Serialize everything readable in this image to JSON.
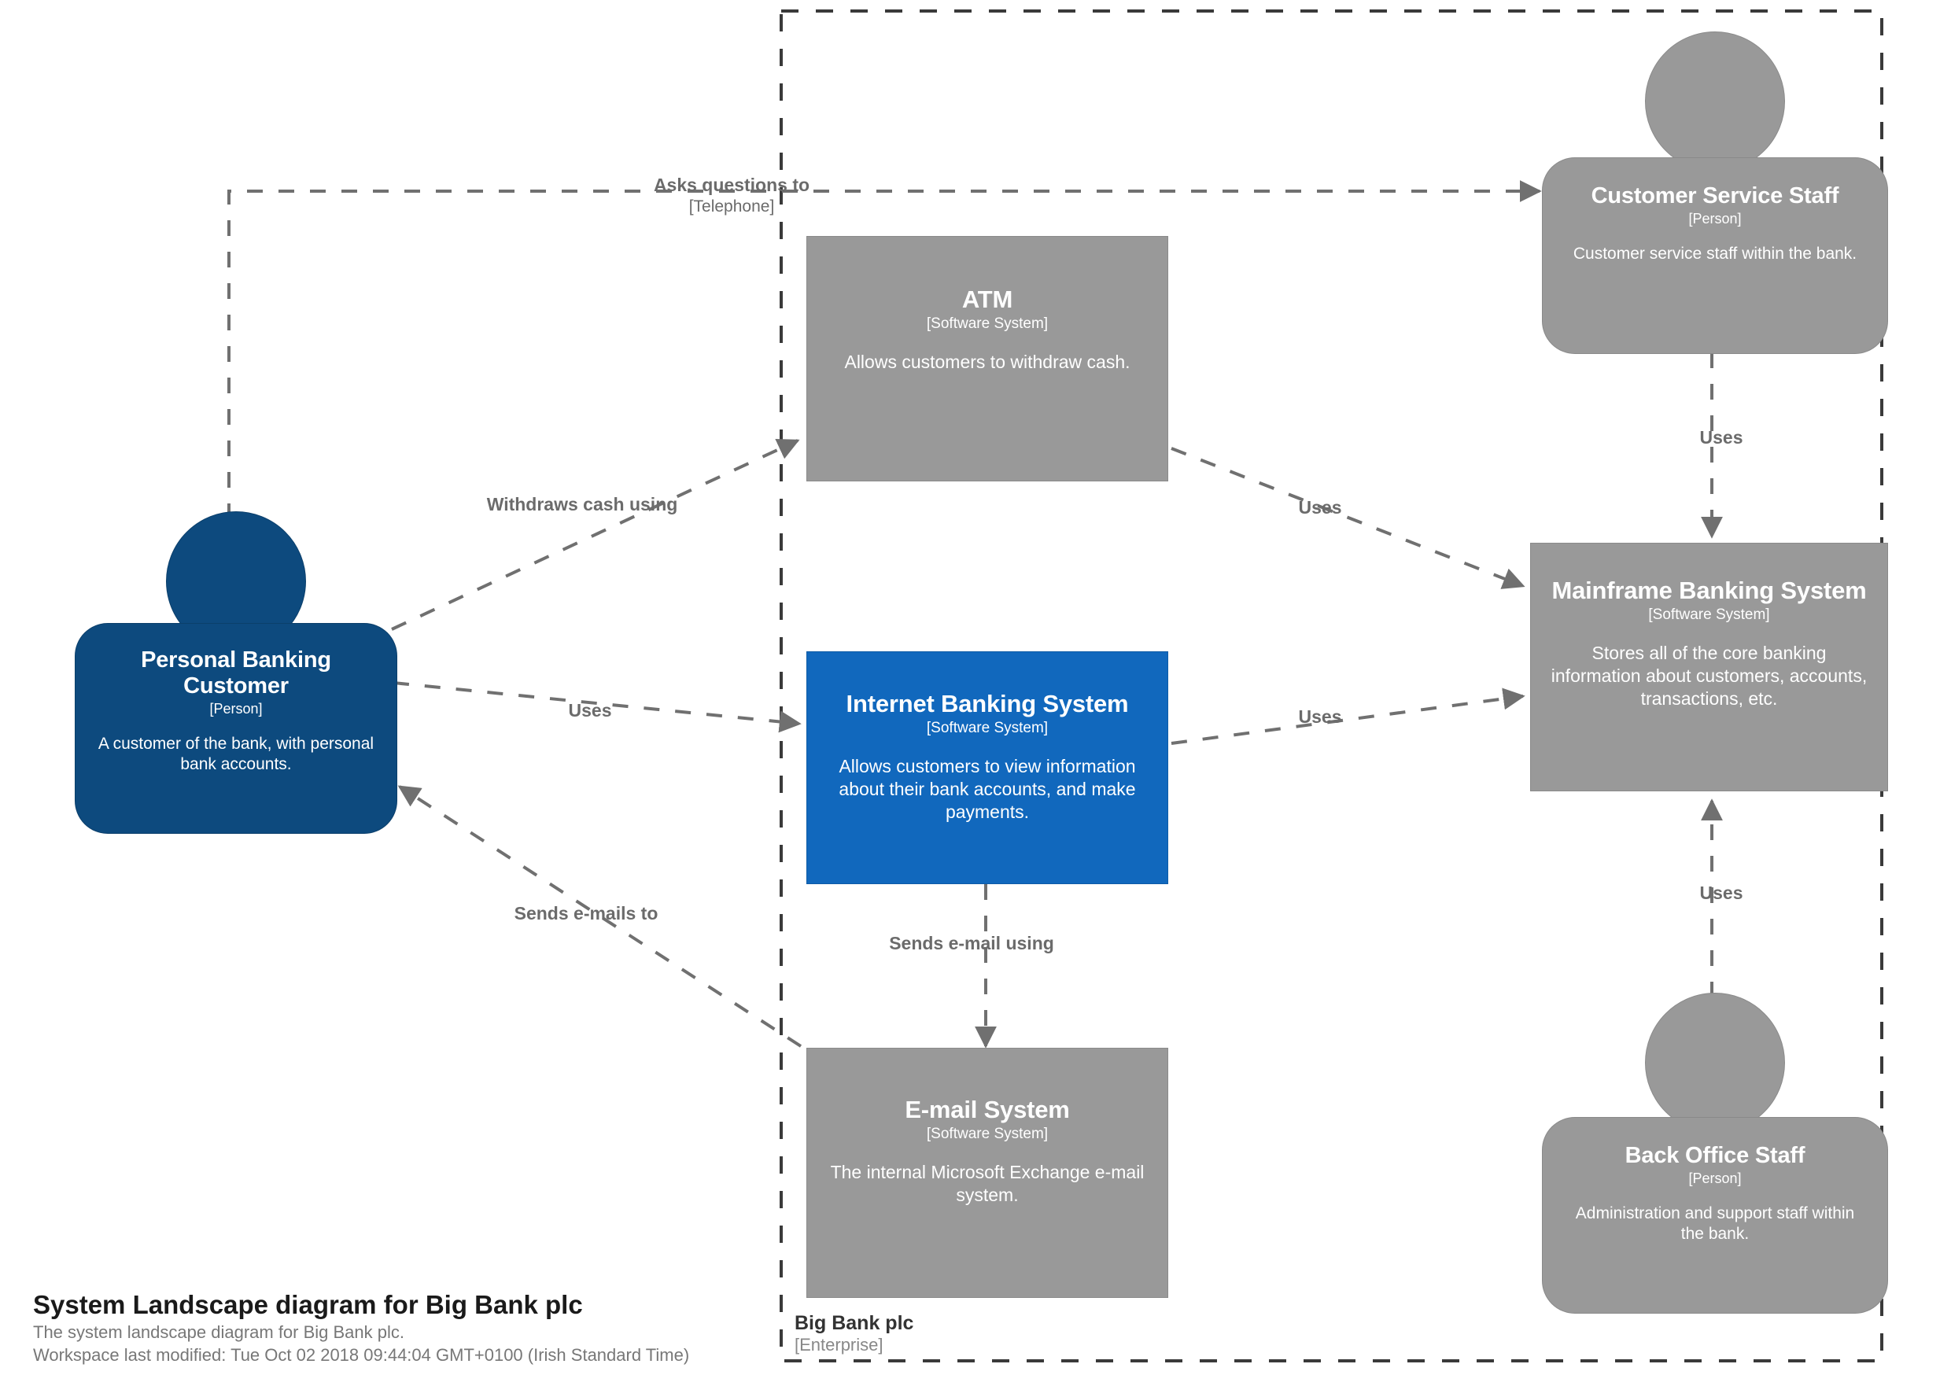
{
  "diagram": {
    "title": "System Landscape diagram for Big Bank plc",
    "subtitle": "The system landscape diagram for Big Bank plc.",
    "last_modified": "Workspace last modified: Tue Oct 02 2018 09:44:04 GMT+0100 (Irish Standard Time)"
  },
  "boundary": {
    "name": "Big Bank plc",
    "type": "[Enterprise]",
    "style": "dashed"
  },
  "colors": {
    "person_external": "#0D4A7E",
    "person_internal": "#999999",
    "system_internal": "#999999",
    "system_focus": "#1168BD",
    "edge": "#707070",
    "edge_label_text": "#6B6B6B",
    "background": "#FFFFFF"
  },
  "nodes": [
    {
      "id": "personal-banking-customer",
      "name": "Personal Banking Customer",
      "type": "[Person]",
      "description": "A customer of the bank, with personal bank accounts.",
      "shape": "person",
      "color": "blue"
    },
    {
      "id": "atm",
      "name": "ATM",
      "type": "[Software System]",
      "description": "Allows customers to withdraw cash.",
      "shape": "box",
      "color": "gray"
    },
    {
      "id": "internet-banking-system",
      "name": "Internet Banking System",
      "type": "[Software System]",
      "description": "Allows customers to view information about their bank accounts, and make payments.",
      "shape": "box",
      "color": "blue"
    },
    {
      "id": "email-system",
      "name": "E-mail System",
      "type": "[Software System]",
      "description": "The internal Microsoft Exchange e-mail system.",
      "shape": "box",
      "color": "gray"
    },
    {
      "id": "customer-service-staff",
      "name": "Customer Service Staff",
      "type": "[Person]",
      "description": "Customer service staff within the bank.",
      "shape": "person",
      "color": "gray"
    },
    {
      "id": "mainframe-banking-system",
      "name": "Mainframe Banking System",
      "type": "[Software System]",
      "description": "Stores all of the core banking information about customers, accounts, transactions, etc.",
      "shape": "box",
      "color": "gray"
    },
    {
      "id": "back-office-staff",
      "name": "Back Office Staff",
      "type": "[Person]",
      "description": "Administration and support staff within the bank.",
      "shape": "person",
      "color": "gray"
    }
  ],
  "edges": [
    {
      "id": "asks-questions-to",
      "from": "personal-banking-customer",
      "to": "customer-service-staff",
      "label": "Asks questions to",
      "technology": "[Telephone]"
    },
    {
      "id": "withdraws-cash-using",
      "from": "personal-banking-customer",
      "to": "atm",
      "label": "Withdraws cash using",
      "technology": ""
    },
    {
      "id": "customer-uses-internet-banking",
      "from": "personal-banking-customer",
      "to": "internet-banking-system",
      "label": "Uses",
      "technology": ""
    },
    {
      "id": "sends-emails-to",
      "from": "email-system",
      "to": "personal-banking-customer",
      "label": "Sends e-mails to",
      "technology": ""
    },
    {
      "id": "sends-email-using",
      "from": "internet-banking-system",
      "to": "email-system",
      "label": "Sends e-mail using",
      "technology": ""
    },
    {
      "id": "atm-uses-mainframe",
      "from": "atm",
      "to": "mainframe-banking-system",
      "label": "Uses",
      "technology": ""
    },
    {
      "id": "internet-banking-uses-mainframe",
      "from": "internet-banking-system",
      "to": "mainframe-banking-system",
      "label": "Uses",
      "technology": ""
    },
    {
      "id": "customer-service-uses-mainframe",
      "from": "customer-service-staff",
      "to": "mainframe-banking-system",
      "label": "Uses",
      "technology": ""
    },
    {
      "id": "back-office-uses-mainframe",
      "from": "back-office-staff",
      "to": "mainframe-banking-system",
      "label": "Uses",
      "technology": ""
    }
  ]
}
